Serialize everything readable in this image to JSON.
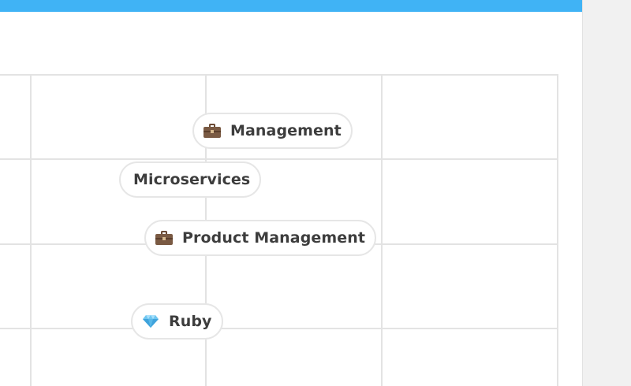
{
  "tags": [
    {
      "label": "Management",
      "icon": "briefcase-icon"
    },
    {
      "label": "Microservices",
      "icon": ""
    },
    {
      "label": "Product Management",
      "icon": "briefcase-icon"
    },
    {
      "label": "Ruby",
      "icon": "gem-icon"
    }
  ],
  "colors": {
    "header_bar": "#40b3f5",
    "grid_line": "#e3e3e3",
    "chip_border": "#e6e6e6",
    "chip_text": "#3d3d3d",
    "side_panel": "#f1f1f1"
  }
}
